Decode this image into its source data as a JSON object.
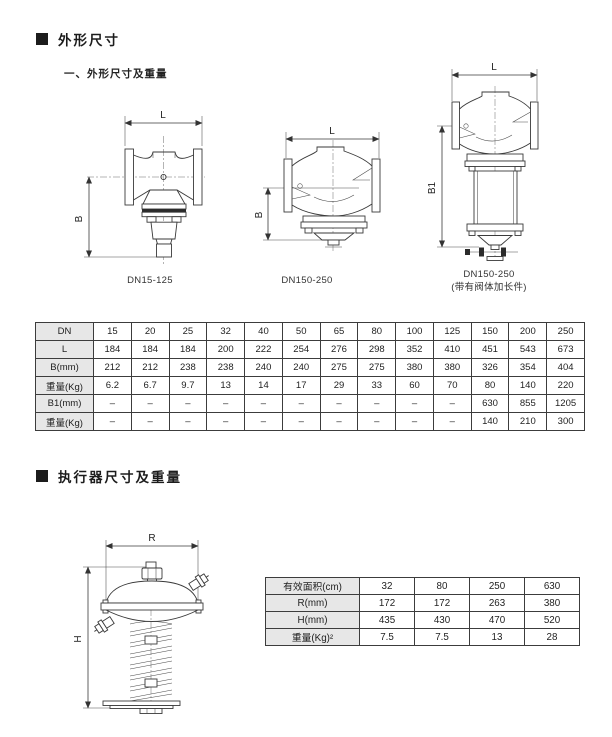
{
  "palette": {
    "ink": "#222222",
    "line": "#3a3a3a",
    "table_border": "#3c3c3c",
    "table_header_bg": "#e7e7e7",
    "page_bg": "#ffffff"
  },
  "section1": {
    "title": "外形尺寸",
    "subtitle": "一、外形尺寸及重量"
  },
  "drawings": {
    "valve1": {
      "caption": "DN15-125",
      "dim_width": "L",
      "dim_height": "B"
    },
    "valve2": {
      "caption": "DN150-250",
      "dim_width": "L",
      "dim_height": "B"
    },
    "valve3": {
      "caption_line1": "DN150-250",
      "caption_line2": "(带有阀体加长件)",
      "dim_width": "L",
      "dim_height": "B1"
    },
    "actuator": {
      "dim_width": "R",
      "dim_height": "H"
    }
  },
  "table1": {
    "rows": [
      {
        "label": "DN",
        "values": [
          "15",
          "20",
          "25",
          "32",
          "40",
          "50",
          "65",
          "80",
          "100",
          "125",
          "150",
          "200",
          "250"
        ]
      },
      {
        "label": "L",
        "values": [
          "184",
          "184",
          "184",
          "200",
          "222",
          "254",
          "276",
          "298",
          "352",
          "410",
          "451",
          "543",
          "673"
        ]
      },
      {
        "label": "B(mm)",
        "values": [
          "212",
          "212",
          "238",
          "238",
          "240",
          "240",
          "275",
          "275",
          "380",
          "380",
          "326",
          "354",
          "404"
        ]
      },
      {
        "label": "重量(Kg)",
        "values": [
          "6.2",
          "6.7",
          "9.7",
          "13",
          "14",
          "17",
          "29",
          "33",
          "60",
          "70",
          "80",
          "140",
          "220"
        ]
      },
      {
        "label": "B1(mm)",
        "values": [
          "–",
          "–",
          "–",
          "–",
          "–",
          "–",
          "–",
          "–",
          "–",
          "–",
          "630",
          "855",
          "1205"
        ]
      },
      {
        "label": "重量(Kg)",
        "values": [
          "–",
          "–",
          "–",
          "–",
          "–",
          "–",
          "–",
          "–",
          "–",
          "–",
          "140",
          "210",
          "300"
        ]
      }
    ]
  },
  "section2": {
    "title": "执行器尺寸及重量"
  },
  "table2": {
    "rows": [
      {
        "label": "有效面积(cm)",
        "values": [
          "32",
          "80",
          "250",
          "630"
        ]
      },
      {
        "label": "R(mm)",
        "values": [
          "172",
          "172",
          "263",
          "380"
        ]
      },
      {
        "label": "H(mm)",
        "values": [
          "435",
          "430",
          "470",
          "520"
        ]
      },
      {
        "label": "重量(Kg)²",
        "values": [
          "7.5",
          "7.5",
          "13",
          "28"
        ]
      }
    ]
  }
}
